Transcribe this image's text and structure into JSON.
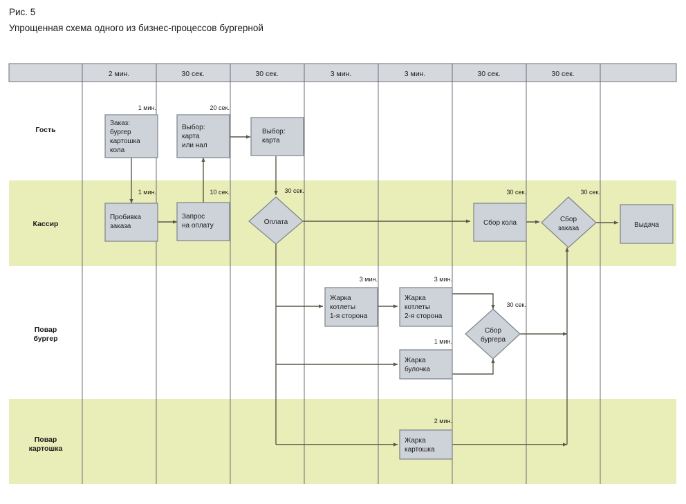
{
  "figure": {
    "caption": "Рис. 5",
    "title": "Упрощенная схема одного из бизнес-процессов бургерной"
  },
  "colors": {
    "lane_band": "#e9edb8",
    "header_cell": "#d5d9de",
    "node_fill": "#ced3da",
    "node_stroke": "#7c8289",
    "edge": "#595a4a",
    "grid": "#6b6f75",
    "page_bg": "#ffffff"
  },
  "header": {
    "columns": [
      {
        "label": ""
      },
      {
        "label": "2 мин."
      },
      {
        "label": "30 сек."
      },
      {
        "label": "30 сек."
      },
      {
        "label": "3 мин."
      },
      {
        "label": "3 мин."
      },
      {
        "label": "30 сек."
      },
      {
        "label": "30 сек."
      },
      {
        "label": ""
      }
    ]
  },
  "lanes": [
    {
      "id": "guest",
      "label": "Гость",
      "label_lines": [
        "Гость"
      ],
      "shaded": false
    },
    {
      "id": "cashier",
      "label": "Кассир",
      "label_lines": [
        "Кассир"
      ],
      "shaded": true
    },
    {
      "id": "burger",
      "label": "Повар бургер",
      "label_lines": [
        "Повар",
        "бургер"
      ],
      "shaded": false
    },
    {
      "id": "fries",
      "label": "Повар картошка",
      "label_lines": [
        "Повар",
        "картошка"
      ],
      "shaded": true
    }
  ],
  "nodes": [
    {
      "id": "order",
      "lane": "guest",
      "shape": "rect",
      "duration": "1 мин.",
      "lines": [
        "Заказ:",
        "бургер",
        "картошка",
        "кола"
      ]
    },
    {
      "id": "choice_pay",
      "lane": "guest",
      "shape": "rect",
      "duration": "20 сек.",
      "lines": [
        "Выбор:",
        "карта",
        "или нал"
      ]
    },
    {
      "id": "choice_card",
      "lane": "guest",
      "shape": "rect",
      "duration": "",
      "lines": [
        "Выбор:",
        "карта"
      ]
    },
    {
      "id": "punch_order",
      "lane": "cashier",
      "shape": "rect",
      "duration": "1 мин.",
      "lines": [
        "Пробивка",
        "заказа"
      ]
    },
    {
      "id": "pay_request",
      "lane": "cashier",
      "shape": "rect",
      "duration": "10 сек.",
      "lines": [
        "Запрос",
        "на оплату"
      ]
    },
    {
      "id": "payment",
      "lane": "cashier",
      "shape": "diamond",
      "duration": "30 сек.",
      "lines": [
        "Оплата"
      ]
    },
    {
      "id": "collect_cola",
      "lane": "cashier",
      "shape": "rect",
      "duration": "30 сек.",
      "lines": [
        "Сбор кола"
      ]
    },
    {
      "id": "collect_order",
      "lane": "cashier",
      "shape": "diamond",
      "duration": "30 сек.",
      "lines": [
        "Сбор",
        "заказа"
      ]
    },
    {
      "id": "handover",
      "lane": "cashier",
      "shape": "rect",
      "duration": "",
      "lines": [
        "Выдача"
      ]
    },
    {
      "id": "patty_side1",
      "lane": "burger",
      "shape": "rect",
      "duration": "3 мин.",
      "lines": [
        "Жарка",
        "котлеты",
        "1-я сторона"
      ]
    },
    {
      "id": "patty_side2",
      "lane": "burger",
      "shape": "rect",
      "duration": "3 мин.",
      "lines": [
        "Жарка",
        "котлеты",
        "2-я сторона"
      ]
    },
    {
      "id": "bun",
      "lane": "burger",
      "shape": "rect",
      "duration": "1 мин.",
      "lines": [
        "Жарка",
        "булочка"
      ]
    },
    {
      "id": "assemble",
      "lane": "burger",
      "shape": "diamond",
      "duration": "30 сек.",
      "lines": [
        "Сбор",
        "бургера"
      ]
    },
    {
      "id": "fry_potato",
      "lane": "fries",
      "shape": "rect",
      "duration": "2 мин.",
      "lines": [
        "Жарка",
        "картошка"
      ]
    }
  ]
}
